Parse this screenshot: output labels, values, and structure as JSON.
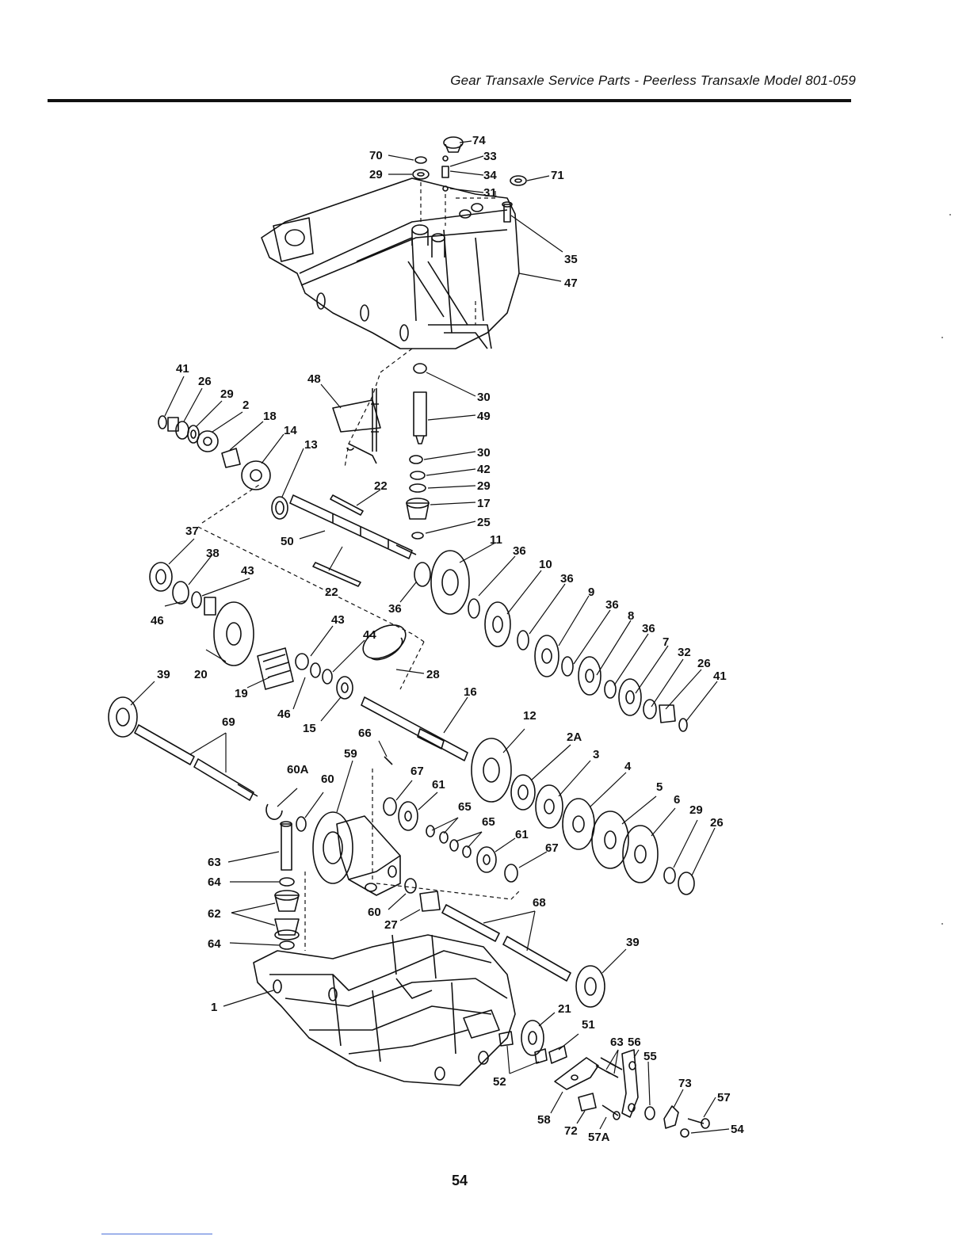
{
  "header": {
    "title": "Gear Transaxle Service Parts - Peerless Transaxle Model 801-059"
  },
  "page_number": "54",
  "callouts": [
    "74",
    "70",
    "33",
    "29",
    "34",
    "71",
    "31",
    "35",
    "47",
    "41",
    "26",
    "29",
    "2",
    "18",
    "14",
    "13",
    "48",
    "30",
    "49",
    "30",
    "42",
    "29",
    "17",
    "22",
    "25",
    "37",
    "50",
    "38",
    "43",
    "11",
    "36",
    "10",
    "36",
    "9",
    "36",
    "8",
    "36",
    "7",
    "32",
    "26",
    "41",
    "22",
    "36",
    "46",
    "20",
    "43",
    "44",
    "28",
    "19",
    "46",
    "39",
    "15",
    "16",
    "69",
    "12",
    "66",
    "2A",
    "59",
    "3",
    "60A",
    "60",
    "67",
    "61",
    "4",
    "65",
    "65",
    "5",
    "6",
    "29",
    "26",
    "61",
    "67",
    "63",
    "64",
    "62",
    "60",
    "27",
    "68",
    "64",
    "39",
    "1",
    "21",
    "51",
    "63",
    "56",
    "55",
    "52",
    "73",
    "57",
    "58",
    "72",
    "57A",
    "54"
  ]
}
